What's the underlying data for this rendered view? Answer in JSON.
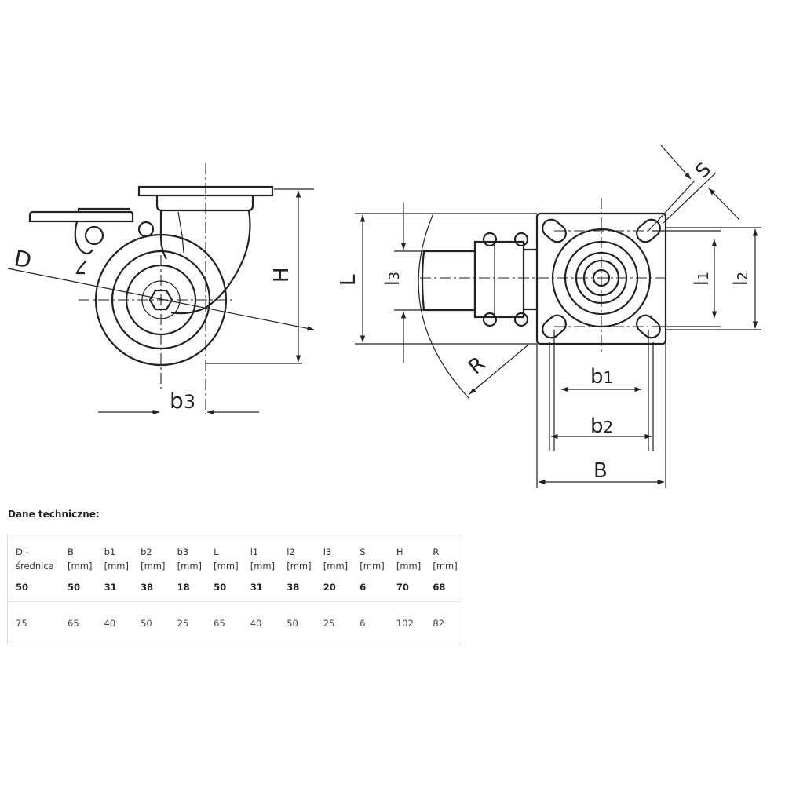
{
  "drawing": {
    "labels": {
      "D": "D",
      "H": "H",
      "b3": "b",
      "b3_sub": "3",
      "L": "L",
      "l3": "l",
      "l3_sub": "3",
      "R": "R",
      "S": "S",
      "l1": "l",
      "l1_sub": "1",
      "l2": "l",
      "l2_sub": "2",
      "b1": "b",
      "b1_sub": "1",
      "b2": "b",
      "b2_sub": "2",
      "B": "B"
    }
  },
  "specs": {
    "heading": "Dane techniczne:",
    "columns": [
      {
        "name": "D -",
        "unit": "średnica"
      },
      {
        "name": "B",
        "unit": "[mm]"
      },
      {
        "name": "b1",
        "unit": "[mm]"
      },
      {
        "name": "b2",
        "unit": "[mm]"
      },
      {
        "name": "b3",
        "unit": "[mm]"
      },
      {
        "name": "L",
        "unit": "[mm]"
      },
      {
        "name": "l1",
        "unit": "[mm]"
      },
      {
        "name": "l2",
        "unit": "[mm]"
      },
      {
        "name": "l3",
        "unit": "[mm]"
      },
      {
        "name": "S",
        "unit": "[mm]"
      },
      {
        "name": "H",
        "unit": "[mm]"
      },
      {
        "name": "R",
        "unit": "[mm]"
      }
    ],
    "rows": [
      [
        "50",
        "50",
        "31",
        "38",
        "18",
        "50",
        "31",
        "38",
        "20",
        "6",
        "70",
        "68"
      ],
      [
        "75",
        "65",
        "40",
        "50",
        "25",
        "65",
        "40",
        "50",
        "25",
        "6",
        "102",
        "82"
      ]
    ]
  }
}
